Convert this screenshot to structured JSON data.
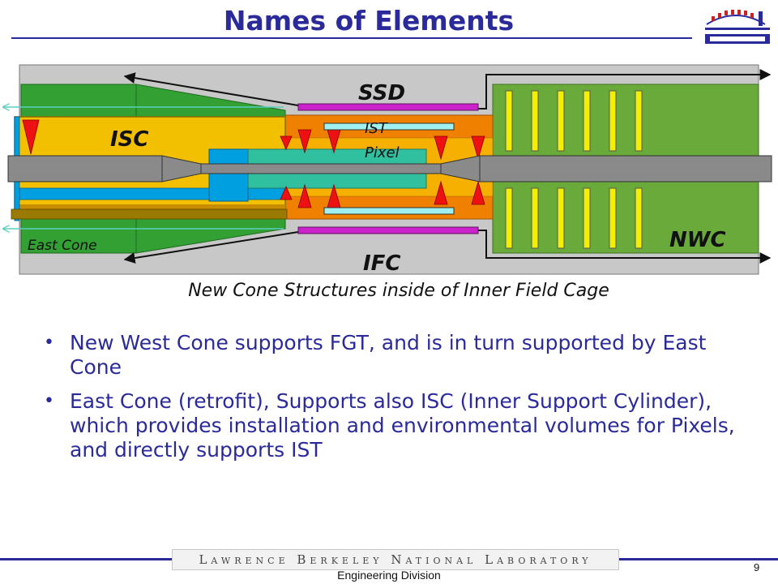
{
  "slide": {
    "title": "Names of Elements",
    "caption": "New Cone Structures inside of Inner Field Cage",
    "bullets": [
      "New West Cone supports FGT, and is in turn supported by East Cone",
      "East Cone (retrofit), Supports also ISC (Inner Support Cylinder), which provides installation and environmental volumes for Pixels, and directly supports IST"
    ],
    "page_number": "9"
  },
  "diagram_labels": {
    "ssd": "SSD",
    "isc": "ISC",
    "ist": "IST",
    "pixel": "Pixel",
    "east_cone": "East Cone",
    "ifc": "IFC",
    "nwc": "NWC"
  },
  "footer": {
    "banner": "Lawrence Berkeley National Laboratory",
    "division": "Engineering Division"
  },
  "colors": {
    "title": "#2a2a9a",
    "chamber": "#c8c8c8",
    "cone_green": "#33a033",
    "nwc_green": "#6aaa3a",
    "isc_yellow": "#f2c000",
    "orange": "#f08000",
    "cyan": "#00a0e0",
    "teal": "#30c0a0",
    "magenta": "#cc22cc",
    "red": "#ee1111",
    "pipe_gray": "#8a8a8a"
  },
  "icons": [
    "berkeley-lab-logo"
  ]
}
